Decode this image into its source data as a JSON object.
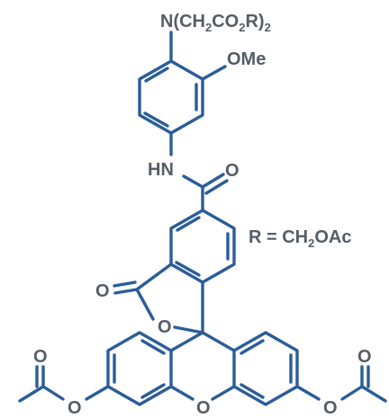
{
  "colors": {
    "bond": "#2b5d98",
    "label": "#555d66",
    "background": "#ffffff"
  },
  "labels": {
    "amine_n": "N(CH",
    "amine_sub1": "2",
    "amine_mid": "CO",
    "amine_sub2": "2",
    "amine_r": "R)",
    "amine_sub3": "2",
    "methoxy": "OMe",
    "amide_nh": "HN",
    "amide_o": "O",
    "r_def_prefix": "R = CH",
    "r_def_sub": "2",
    "r_def_suffix": "OAc",
    "lactone_co": "O",
    "lactone_ring_o": "O",
    "xanthene_o": "O",
    "left_ester_o": "O",
    "left_carbonyl_o": "O",
    "right_ester_o": "O",
    "right_carbonyl_o": "O"
  }
}
